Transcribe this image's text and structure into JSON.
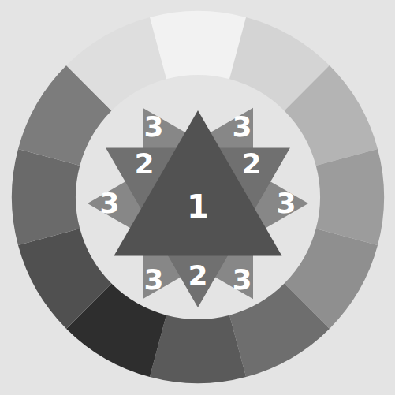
{
  "diagram": {
    "nodes": [
      {
        "text": [
          "3",
          "3",
          "3"
        ]
      },
      {
        "text": [
          "3",
          "3",
          "3"
        ]
      },
      {
        "text": [
          "2",
          "2",
          "2"
        ]
      },
      {
        "text": [
          "1"
        ]
      }
    ]
  }
}
